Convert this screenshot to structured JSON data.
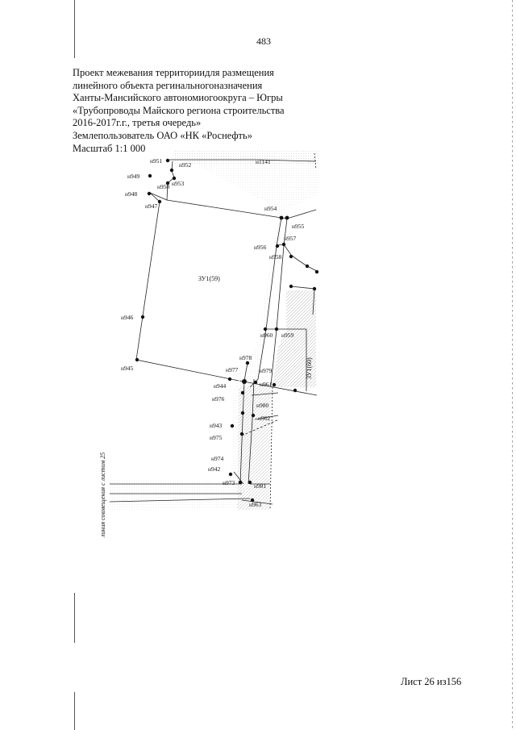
{
  "page_number": "483",
  "header": {
    "lines": [
      "Проект межевания территориидля размещения",
      "линейного объекта регинальногоназначения",
      "Ханты-Мансийского автономиогоокруга – Югры",
      "«Трубопроводы Майского региона строительства",
      "2016-2017г.г., третья очередь»",
      "Землепользователь ОАО «НК «Роснефть»",
      "Масштаб 1:1 000"
    ]
  },
  "plan": {
    "parcel_labels": [
      "ЗУ1(59)",
      "ЗУ1(60)"
    ],
    "side_note": "линия совмещения с листом 25",
    "points": [
      {
        "label": "н951"
      },
      {
        "label": "н952"
      },
      {
        "label": "н1141"
      },
      {
        "label": "н949"
      },
      {
        "label": "н950"
      },
      {
        "label": "н953"
      },
      {
        "label": "н948"
      },
      {
        "label": "н947"
      },
      {
        "label": "н954"
      },
      {
        "label": "н955"
      },
      {
        "label": "н957"
      },
      {
        "label": "н956"
      },
      {
        "label": "н958"
      },
      {
        "label": "н946"
      },
      {
        "label": "н960"
      },
      {
        "label": "н959"
      },
      {
        "label": "н945"
      },
      {
        "label": "н978"
      },
      {
        "label": "н977"
      },
      {
        "label": "н979"
      },
      {
        "label": "н961"
      },
      {
        "label": "н944"
      },
      {
        "label": "н976"
      },
      {
        "label": "н980"
      },
      {
        "label": "н962"
      },
      {
        "label": "н943"
      },
      {
        "label": "н975"
      },
      {
        "label": "н974"
      },
      {
        "label": "н942"
      },
      {
        "label": "н973"
      },
      {
        "label": "н981"
      },
      {
        "label": "н963"
      }
    ]
  },
  "footer": {
    "sheet": "Лист 26 из156"
  }
}
